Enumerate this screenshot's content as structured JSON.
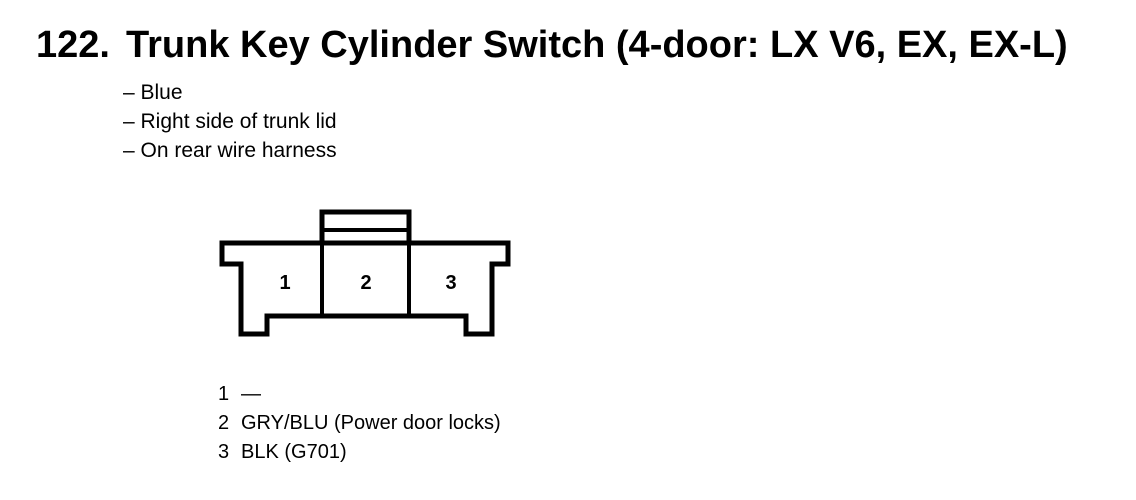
{
  "header": {
    "number": "122.",
    "title": "Trunk Key Cylinder Switch (4-door: LX V6, EX, EX-L)"
  },
  "properties": [
    "– Blue",
    "– Right side of trunk lid",
    "– On rear wire harness"
  ],
  "connector": {
    "cavities": [
      "1",
      "2",
      "3"
    ]
  },
  "pins": [
    {
      "number": "1",
      "description": "—"
    },
    {
      "number": "2",
      "description": "GRY/BLU (Power door locks)"
    },
    {
      "number": "3",
      "description": "BLK (G701)"
    }
  ]
}
